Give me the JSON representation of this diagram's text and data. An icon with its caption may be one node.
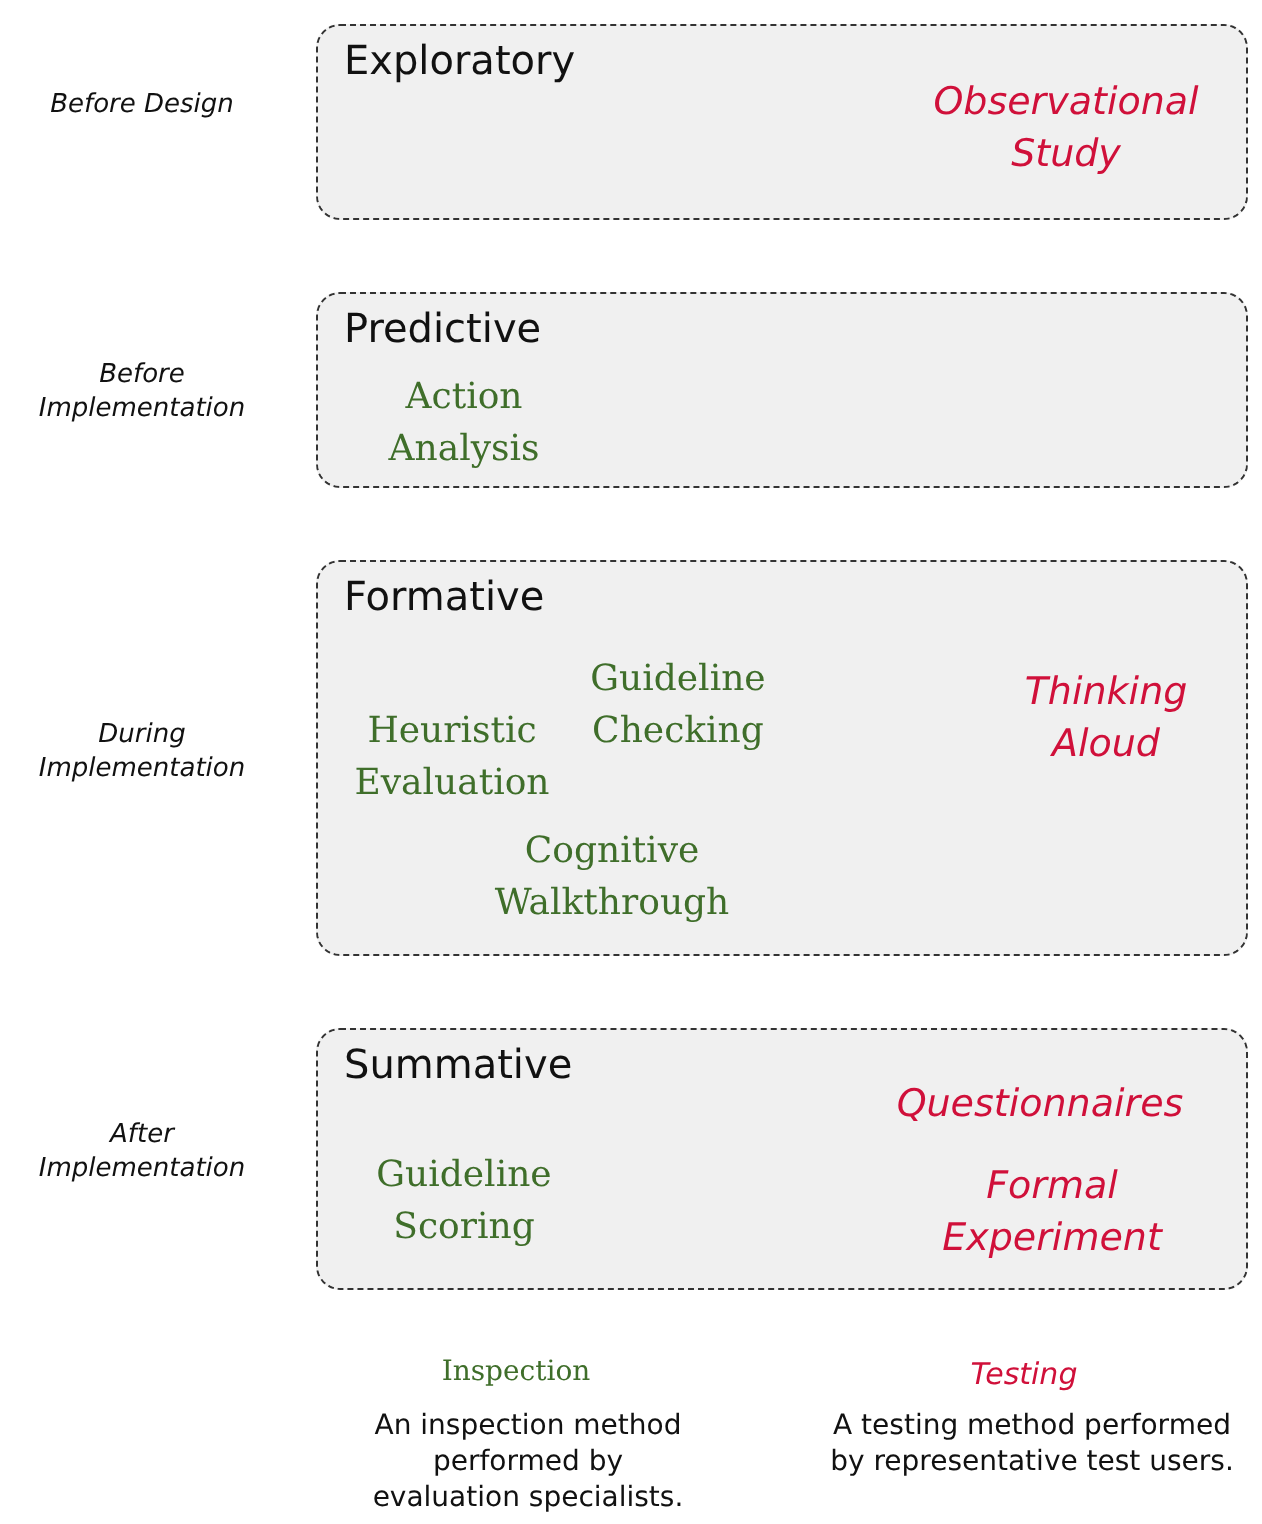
{
  "diagram": {
    "nodes": [
      {
        "text": [
          "Exploratory",
          "Observational Study"
        ]
      },
      {
        "text": [
          "Predictive",
          "Action Analysis"
        ]
      },
      {
        "text": [
          "Formative",
          "Guideline Checking",
          "Heuristic Evaluation",
          "Thinking Aloud",
          "Cognitive Walkthrough"
        ]
      },
      {
        "text": [
          "Summative",
          "Questionnaires",
          "Guideline Scoring",
          "Formal Experiment"
        ]
      }
    ],
    "edges": [],
    "labels": [
      "Before Design",
      "Before Implementation",
      "During Implementation",
      "After Implementation",
      "An inspection method performed by evaluation specialists.",
      "A testing method performed by representative test users."
    ],
    "legend": [
      {
        "text": "Inspection"
      },
      {
        "text": "Testing"
      }
    ]
  }
}
